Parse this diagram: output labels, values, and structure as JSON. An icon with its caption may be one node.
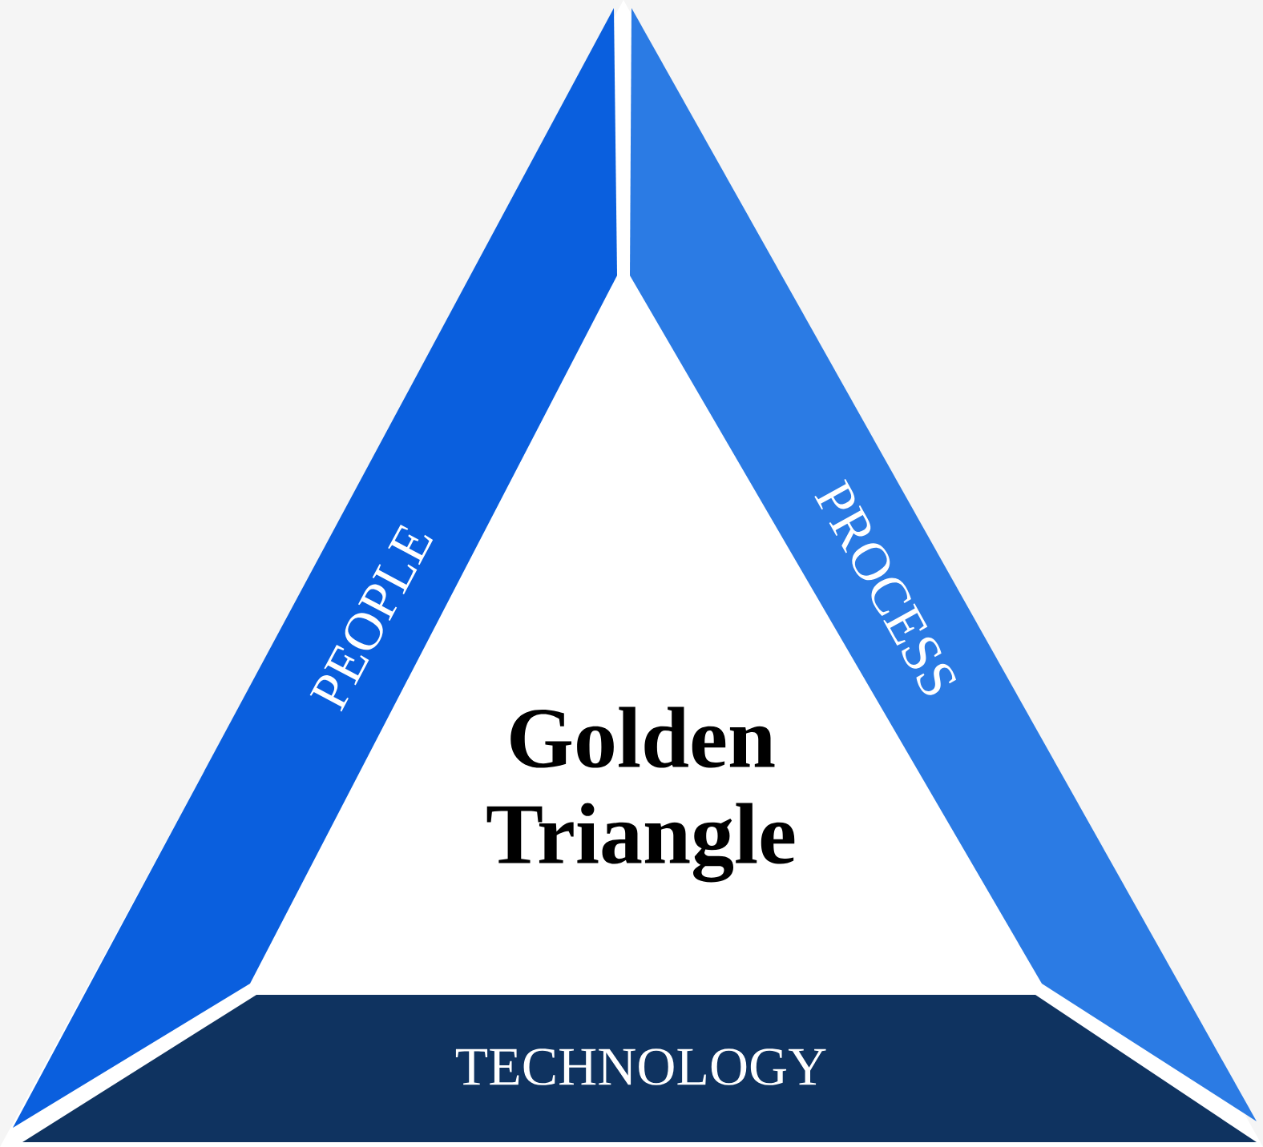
{
  "diagram": {
    "nodes": [
      {
        "text": [
          "PEOPLE"
        ]
      },
      {
        "text": [
          "PROCESS"
        ]
      },
      {
        "text": [
          "TECHNOLOGY"
        ]
      },
      {
        "text": [
          "Golden Triangle"
        ]
      }
    ]
  }
}
